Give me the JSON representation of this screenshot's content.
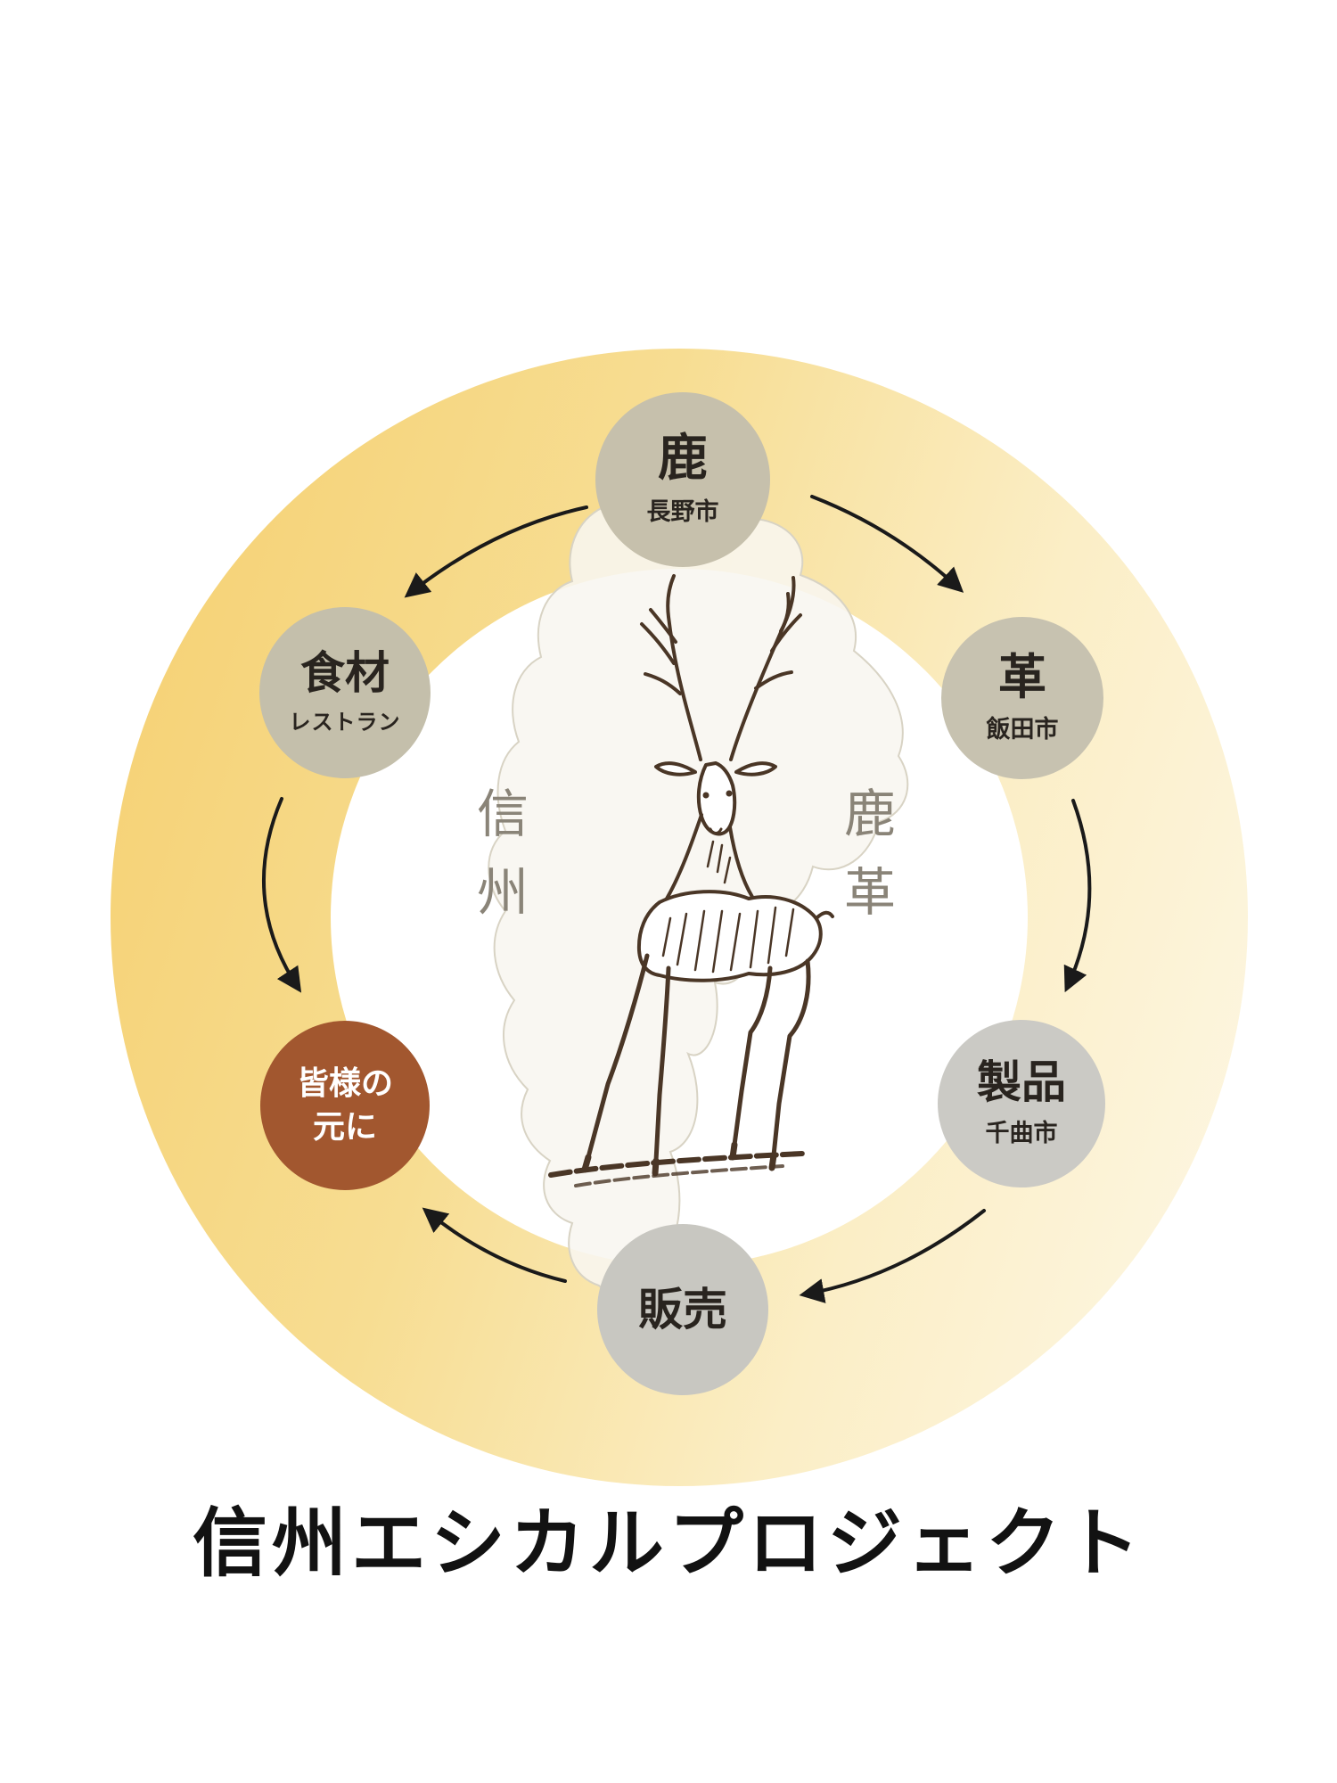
{
  "title": "信州エシカルプロジェクト",
  "center": {
    "left_text": "信州",
    "right_text": "鹿革"
  },
  "nodes": {
    "deer": {
      "label": "鹿",
      "sublabel": "長野市"
    },
    "ingredients": {
      "label": "食材",
      "sublabel": "レストラン"
    },
    "leather": {
      "label": "革",
      "sublabel": "飯田市"
    },
    "products": {
      "label": "製品",
      "sublabel": "千曲市"
    },
    "sales": {
      "label": "販売"
    },
    "everyone": {
      "line1": "皆様の",
      "line2": "元に"
    }
  },
  "arrows": [
    {
      "from": "deer",
      "to": "ingredients"
    },
    {
      "from": "deer",
      "to": "leather"
    },
    {
      "from": "ingredients",
      "to": "everyone"
    },
    {
      "from": "leather",
      "to": "products"
    },
    {
      "from": "products",
      "to": "sales"
    },
    {
      "from": "sales",
      "to": "everyone"
    }
  ],
  "colors": {
    "ring_gold": "#f5d071",
    "ring_pale": "#fdf6e1",
    "node_beige": "#c6c0ac",
    "node_gray": "#cbcac5",
    "accent_rust": "#a2572f",
    "text_dark": "#29241f",
    "deer_brown": "#4a3626",
    "map_fill": "#f8f6f0"
  }
}
